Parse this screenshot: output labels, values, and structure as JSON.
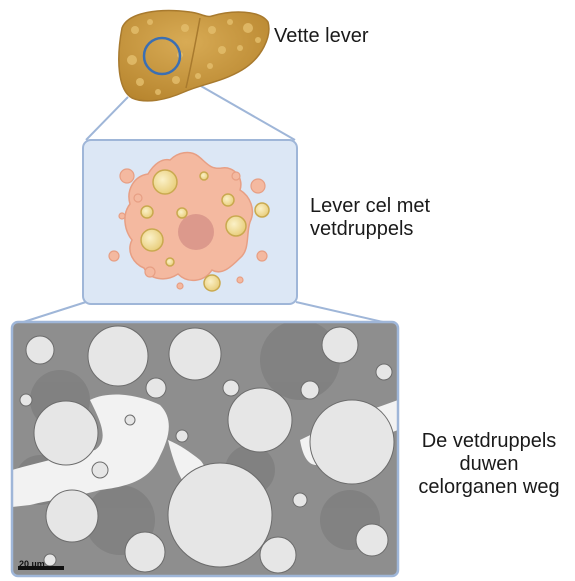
{
  "labels": {
    "liver": "Vette lever",
    "cell_line1": "Lever cel met",
    "cell_line2": "vetdruppels",
    "micro_line1": "De vetdruppels",
    "micro_line2": "duwen",
    "micro_line3": "celorganen weg"
  },
  "scale_bar": "20 µm",
  "colors": {
    "liver_fill": "#c99a45",
    "liver_stroke": "#a87a2e",
    "highlight_circle": "#3b6fb3",
    "panel_fill": "#dce7f5",
    "panel_stroke": "#9fb6d8",
    "cell_fill": "#f4b9a0",
    "nucleus_fill": "#d9968a",
    "droplet_fill": "#f3e4a8",
    "tissue_dark": "#8a8a8a",
    "tissue_light": "#eeeeee"
  }
}
